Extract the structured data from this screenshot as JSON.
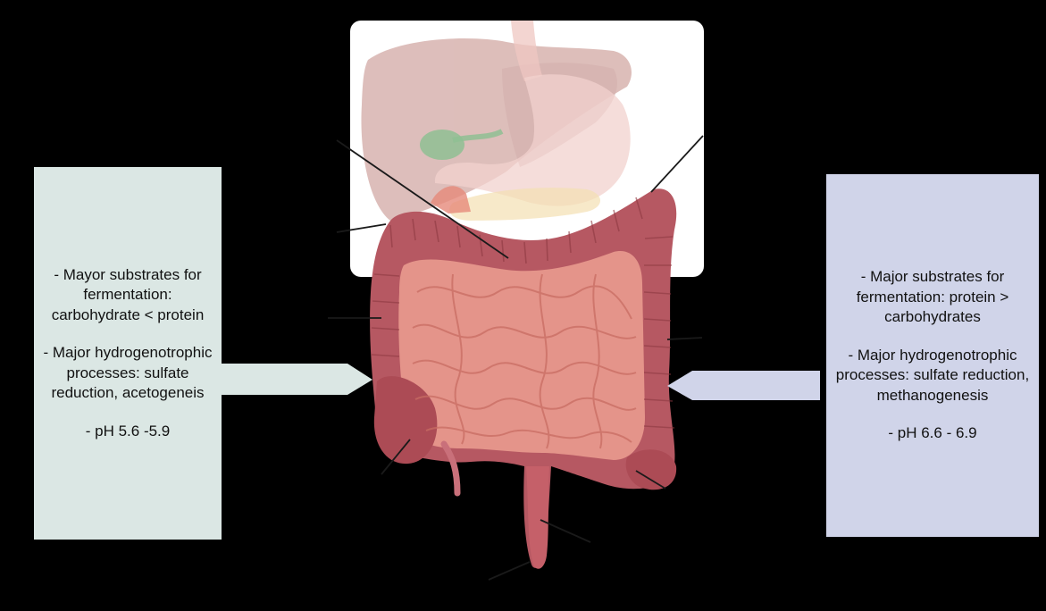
{
  "colors": {
    "background": "#000000",
    "left_panel": "#dbe7e4",
    "right_panel": "#d0d4e9",
    "colon": "#b5545c",
    "small_intestine": "#e89a8c",
    "liver": "#d4aba6",
    "stomach": "#efd1cd",
    "gallbladder": "#9ec49f"
  },
  "icons": [
    "digestive-system-illustration",
    "left-arrow-pointer",
    "right-arrow-pointer"
  ],
  "left_panel": {
    "substrates": "- Mayor substrates for fermentation: carbohydrate < protein",
    "processes": "- Major hydrogenotrophic processes: sulfate reduction, acetogeneis",
    "ph": "- pH 5.6 -5.9"
  },
  "right_panel": {
    "substrates": "- Major substrates for fermentation: protein > carbohydrates",
    "processes": "- Major hydrogenotrophic processes: sulfate reduction, methanogenesis",
    "ph": "- pH 6.6 - 6.9"
  }
}
